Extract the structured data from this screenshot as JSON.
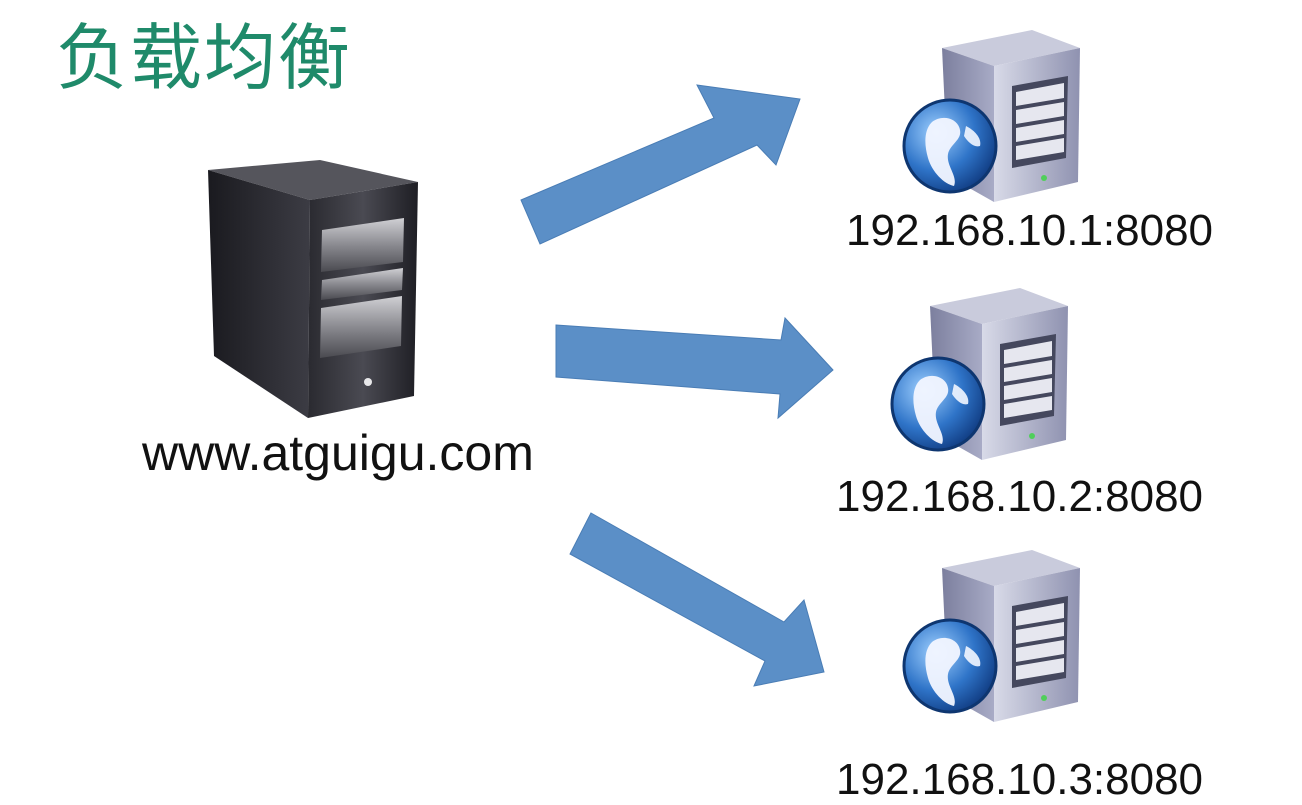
{
  "title": "负载均衡",
  "source": {
    "label": "www.atguigu.com",
    "icon": "server-tower-icon"
  },
  "targets": [
    {
      "label": "192.168.10.1:8080",
      "icon": "web-server-globe-icon"
    },
    {
      "label": "192.168.10.2:8080",
      "icon": "web-server-globe-icon"
    },
    {
      "label": "192.168.10.3:8080",
      "icon": "web-server-globe-icon"
    }
  ],
  "colors": {
    "title": "#1f8a6a",
    "arrow": "#5b8fc7",
    "text": "#111111"
  }
}
